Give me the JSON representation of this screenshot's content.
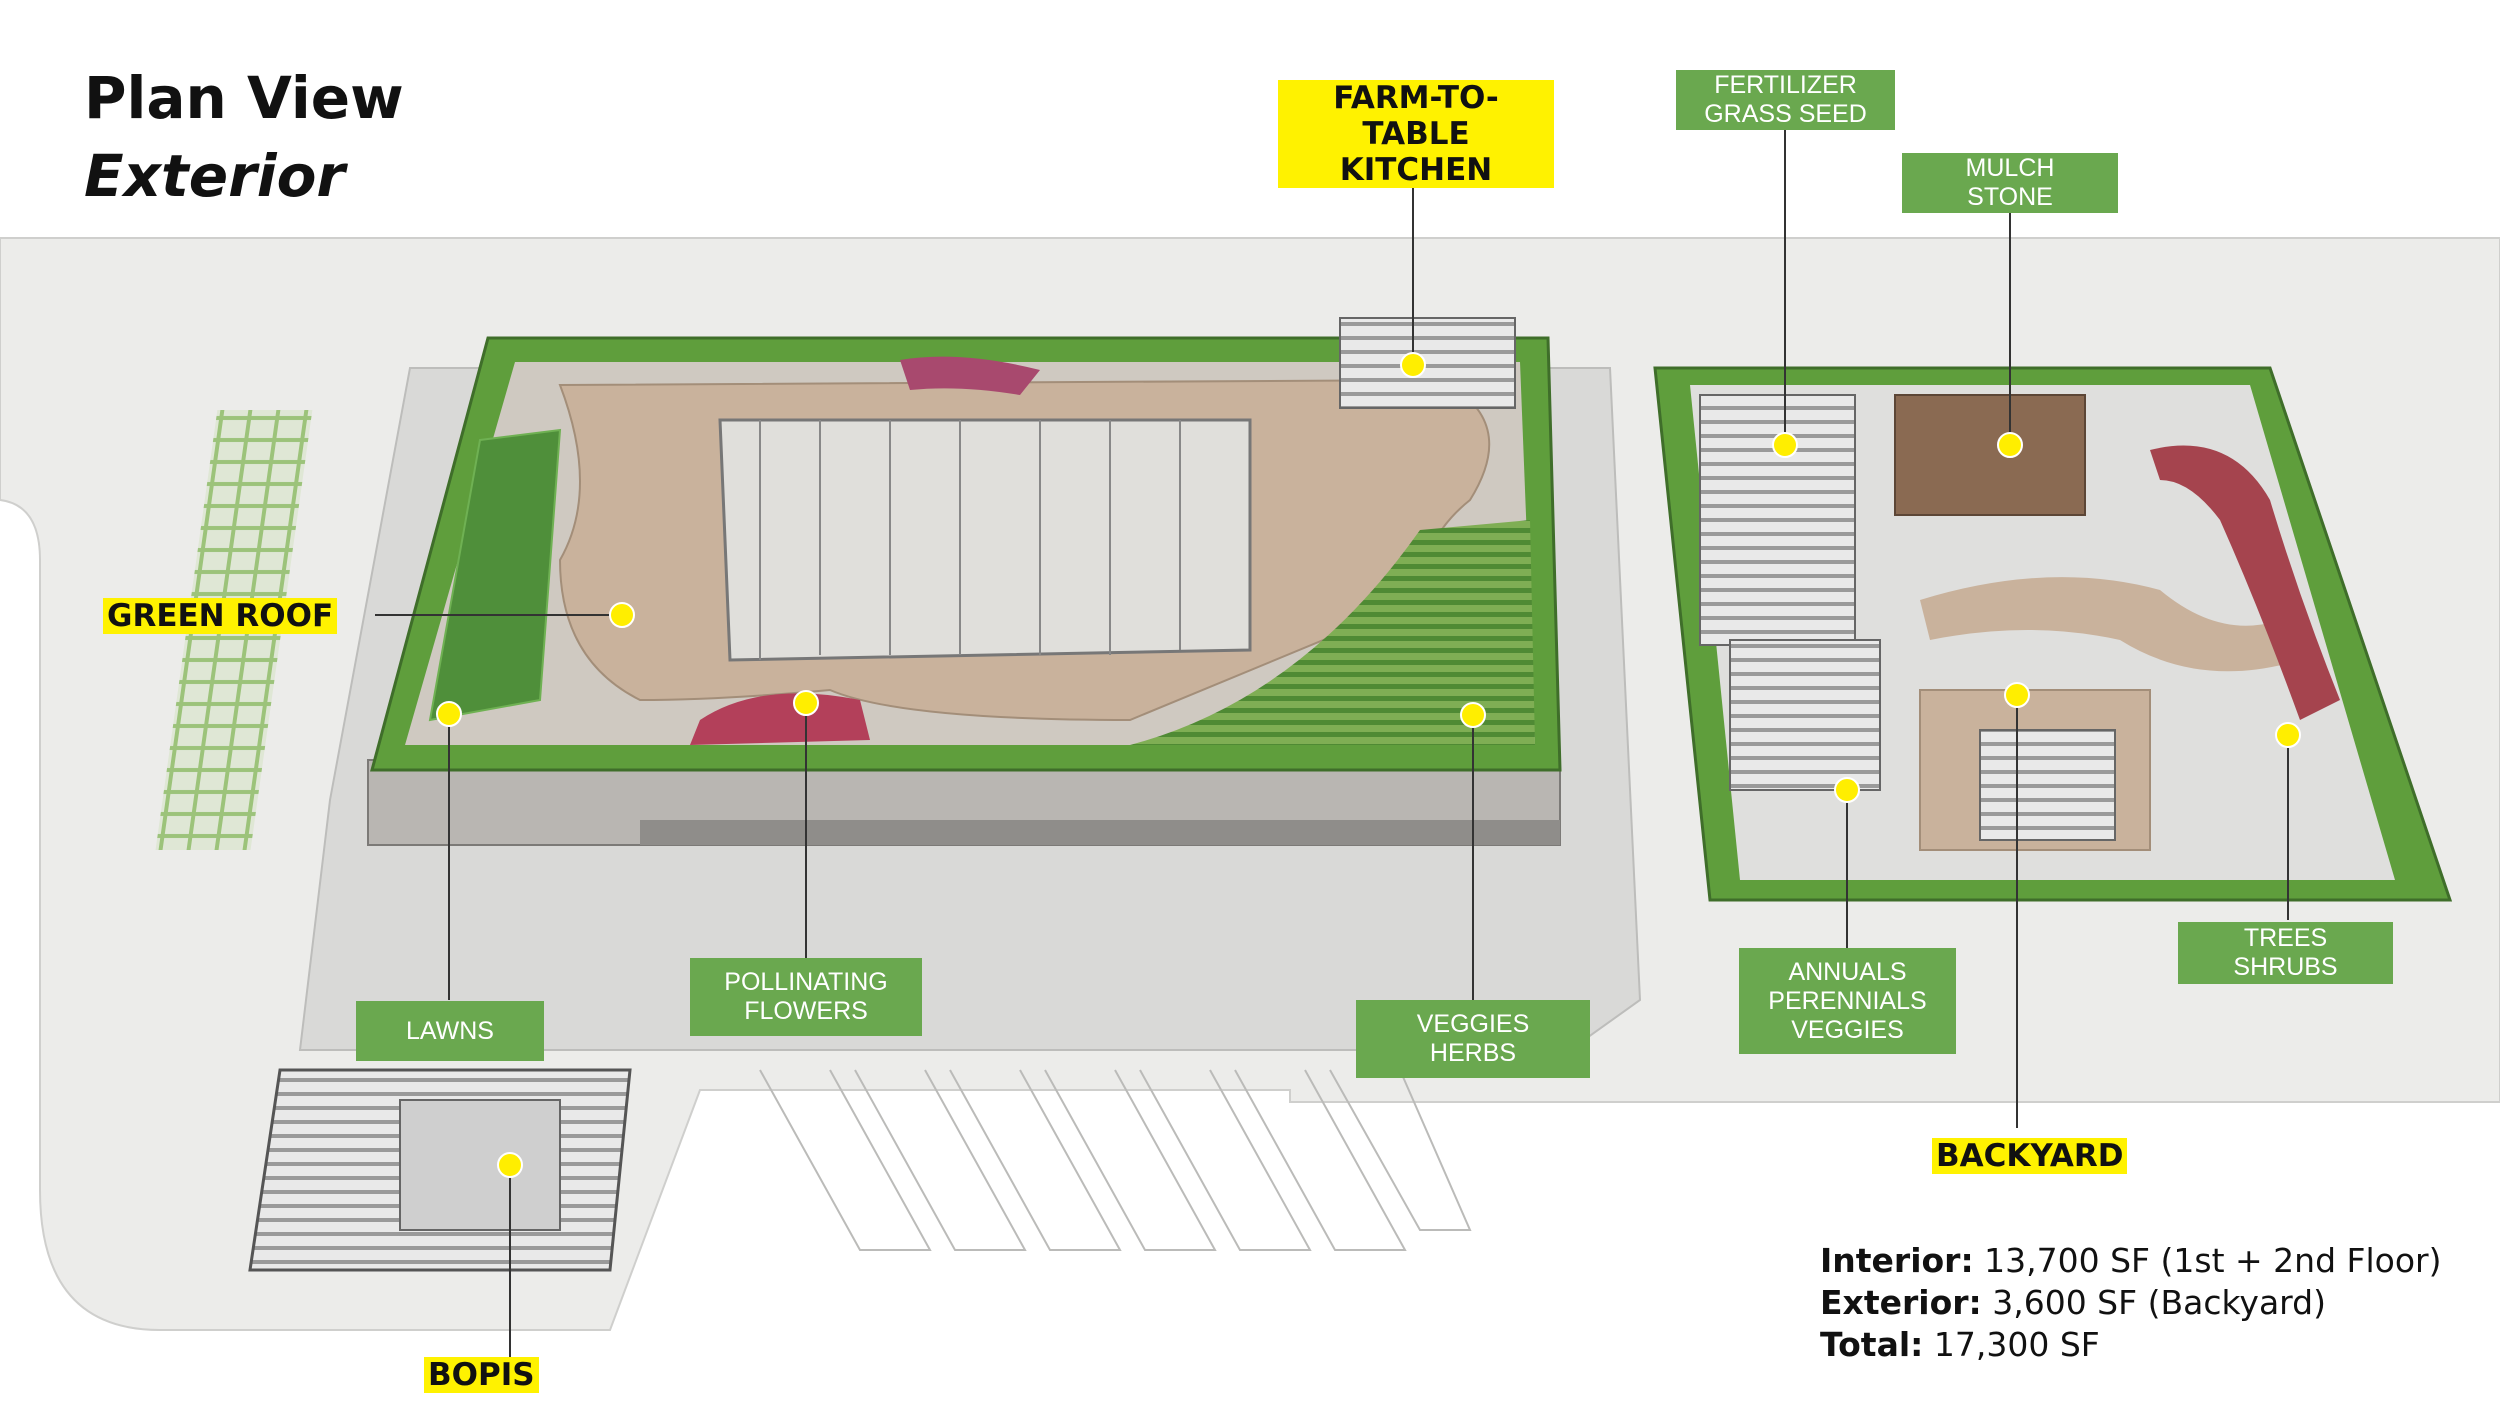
{
  "header": {
    "title": "Plan View",
    "subtitle": "Exterior"
  },
  "zones": [
    {
      "label": "FARM-TO-TABLE\nKITCHEN"
    },
    {
      "label": "GREEN ROOF"
    },
    {
      "label": "BACKYARD"
    },
    {
      "label": "BOPIS"
    }
  ],
  "features": [
    {
      "label": "FERTILIZER\nGRASS SEED"
    },
    {
      "label": "MULCH\nSTONE"
    },
    {
      "label": "LAWNS"
    },
    {
      "label": "POLLINATING\nFLOWERS"
    },
    {
      "label": "VEGGIES\nHERBS"
    },
    {
      "label": "ANNUALS\nPERENNIALS\nVEGGIES"
    },
    {
      "label": "TREES\nSHRUBS"
    }
  ],
  "stats": {
    "interior_label": "Interior:",
    "interior_value": "13,700 SF (1st + 2nd Floor)",
    "exterior_label": "Exterior:",
    "exterior_value": "3,600 SF (Backyard)",
    "total_label": "Total:",
    "total_value": "17,300 SF"
  },
  "colors": {
    "highlight": "#fff200",
    "label_green": "#6aa84f",
    "lawn_green": "#5f9e3c",
    "deck_wood": "#c9b29c",
    "marker_yellow": "#ffee00",
    "ground": "#ececea"
  }
}
